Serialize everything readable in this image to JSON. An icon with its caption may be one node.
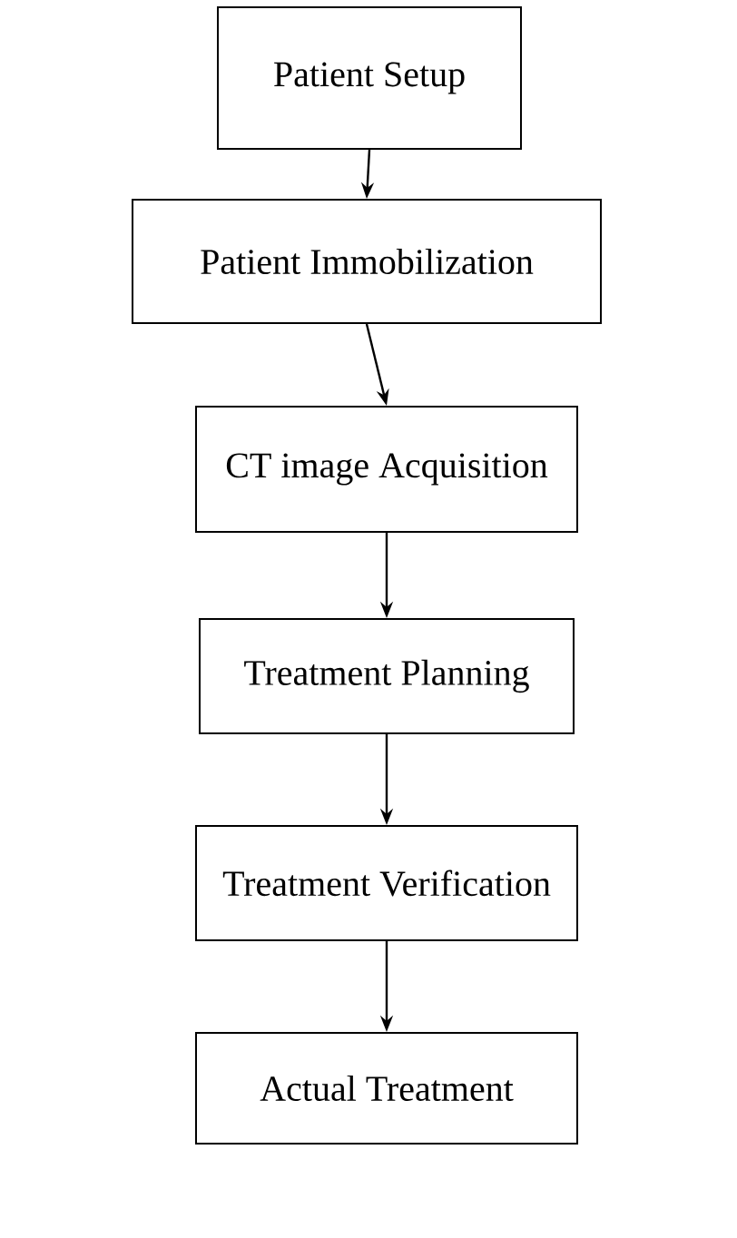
{
  "diagram": {
    "nodes": [
      {
        "text": [
          "Patient Setup"
        ]
      },
      {
        "text": [
          "Patient Immobilization"
        ]
      },
      {
        "text": [
          "CT image Acquisition"
        ]
      },
      {
        "text": [
          "Treatment Planning"
        ]
      },
      {
        "text": [
          "Treatment Verification"
        ]
      },
      {
        "text": [
          "Actual Treatment"
        ]
      }
    ],
    "edges": [
      {
        "from": 0,
        "to": 1,
        "arrow": "to"
      },
      {
        "from": 1,
        "to": 2,
        "arrow": "to"
      },
      {
        "from": 2,
        "to": 3,
        "arrow": "to"
      },
      {
        "from": 3,
        "to": 4,
        "arrow": "to"
      },
      {
        "from": 4,
        "to": 5,
        "arrow": "to"
      }
    ]
  }
}
